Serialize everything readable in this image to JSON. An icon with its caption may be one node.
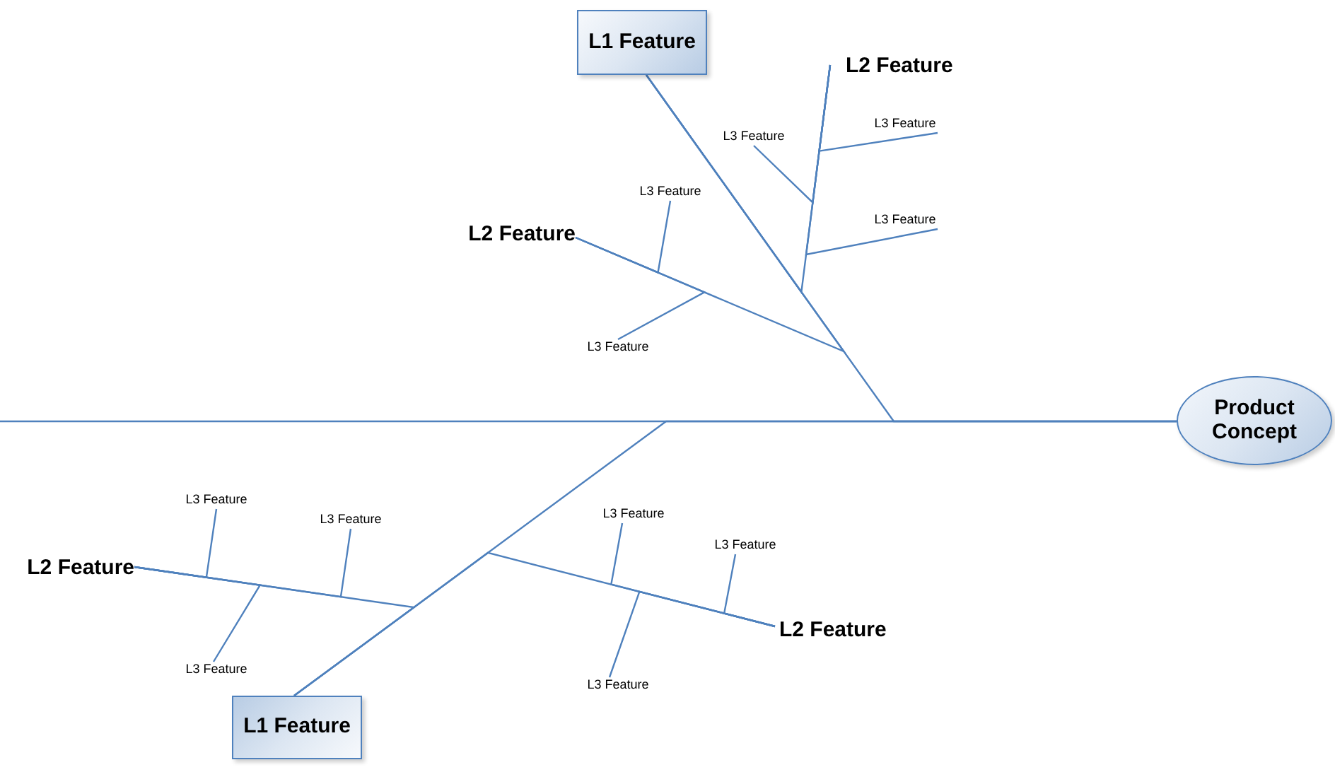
{
  "diagram": {
    "nodes": [
      {
        "text": [
          "Product Concept"
        ]
      },
      {
        "text": [
          "L1 Feature"
        ]
      },
      {
        "text": [
          "L2 Feature"
        ]
      },
      {
        "text": [
          "L3 Feature"
        ]
      },
      {
        "text": [
          "L3 Feature"
        ]
      },
      {
        "text": [
          "L2 Feature"
        ]
      },
      {
        "text": [
          "L3 Feature"
        ]
      },
      {
        "text": [
          "L3 Feature"
        ]
      },
      {
        "text": [
          "L3 Feature"
        ]
      },
      {
        "text": [
          "L1 Feature"
        ]
      },
      {
        "text": [
          "L2 Feature"
        ]
      },
      {
        "text": [
          "L3 Feature"
        ]
      },
      {
        "text": [
          "L3 Feature"
        ]
      },
      {
        "text": [
          "L3 Feature"
        ]
      },
      {
        "text": [
          "L2 Feature"
        ]
      },
      {
        "text": [
          "L3 Feature"
        ]
      },
      {
        "text": [
          "L3 Feature"
        ]
      },
      {
        "text": [
          "L3 Feature"
        ]
      }
    ],
    "edges": [
      {
        "from": null,
        "to": 0,
        "arrow": "none"
      },
      {
        "from": 1,
        "to": 0,
        "arrow": "none"
      },
      {
        "from": 9,
        "to": 0,
        "arrow": "none"
      },
      {
        "from": 2,
        "to": 1,
        "arrow": "none"
      },
      {
        "from": 5,
        "to": 1,
        "arrow": "none"
      },
      {
        "from": 3,
        "to": 2,
        "arrow": "none"
      },
      {
        "from": 4,
        "to": 2,
        "arrow": "none"
      },
      {
        "from": 6,
        "to": 5,
        "arrow": "none"
      },
      {
        "from": 7,
        "to": 5,
        "arrow": "none"
      },
      {
        "from": 8,
        "to": 5,
        "arrow": "none"
      },
      {
        "from": 10,
        "to": 9,
        "arrow": "none"
      },
      {
        "from": 14,
        "to": 9,
        "arrow": "none"
      },
      {
        "from": 11,
        "to": 10,
        "arrow": "none"
      },
      {
        "from": 12,
        "to": 10,
        "arrow": "none"
      },
      {
        "from": 13,
        "to": 10,
        "arrow": "none"
      },
      {
        "from": 15,
        "to": 14,
        "arrow": "none"
      },
      {
        "from": 16,
        "to": 14,
        "arrow": "none"
      },
      {
        "from": 17,
        "to": 14,
        "arrow": "none"
      }
    ]
  }
}
